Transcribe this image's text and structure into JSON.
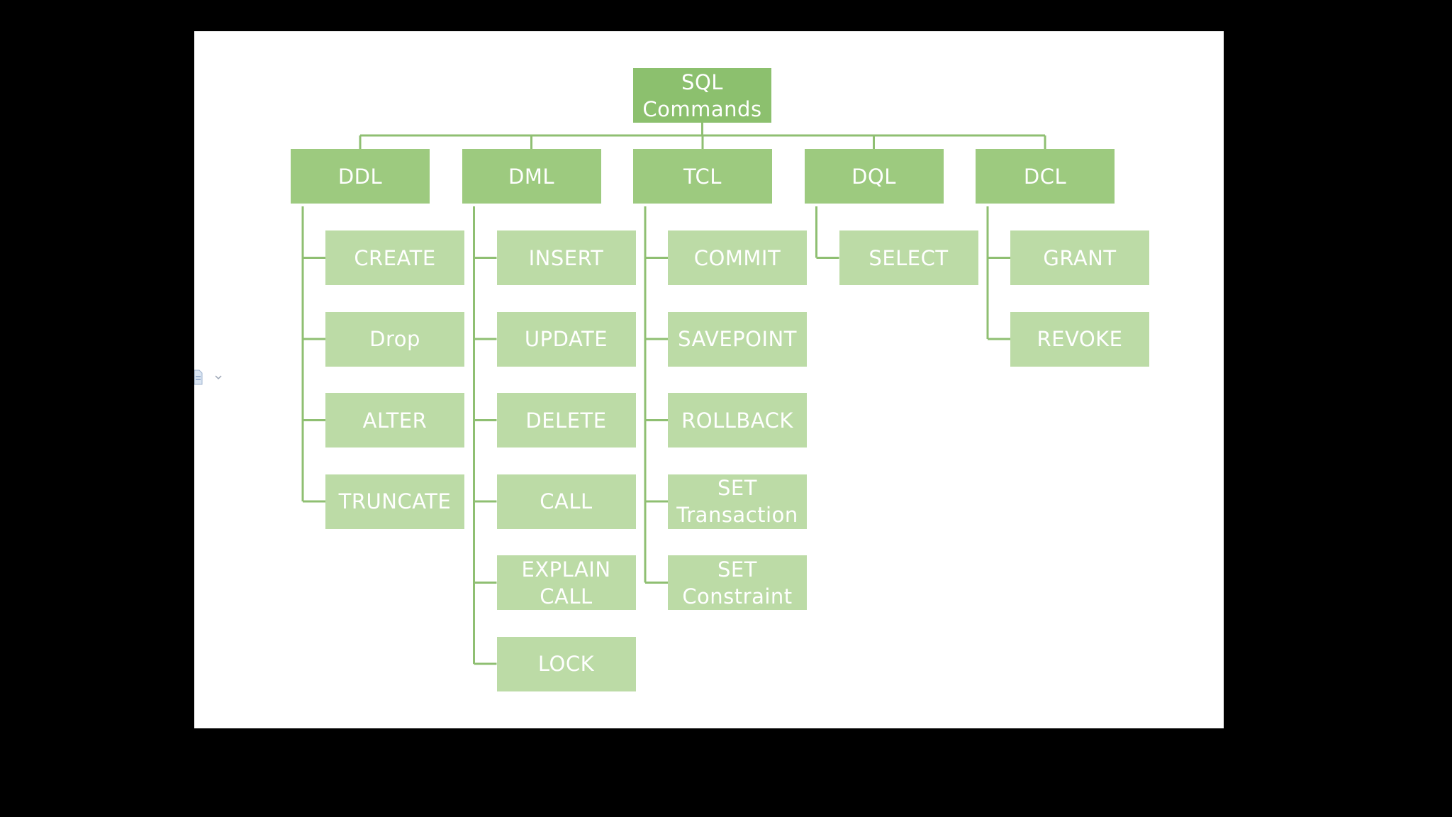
{
  "diagram": {
    "root": {
      "label": "SQL\nCommands"
    },
    "categories": [
      {
        "label": "DDL",
        "children": [
          "CREATE",
          "Drop",
          "ALTER",
          "TRUNCATE"
        ]
      },
      {
        "label": "DML",
        "children": [
          "INSERT",
          "UPDATE",
          "DELETE",
          "CALL",
          "EXPLAIN\nCALL",
          "LOCK"
        ]
      },
      {
        "label": "TCL",
        "children": [
          "COMMIT",
          "SAVEPOINT",
          "ROLLBACK",
          "SET\nTransaction",
          "SET\nConstraint"
        ]
      },
      {
        "label": "DQL",
        "children": [
          "SELECT"
        ]
      },
      {
        "label": "DCL",
        "children": [
          "GRANT",
          "REVOKE"
        ]
      }
    ]
  },
  "colors": {
    "background": "#000000",
    "slide": "#ffffff",
    "root_fill": "#8cc06e",
    "category_fill": "#9dca7f",
    "command_fill": "#bcdba6",
    "connector": "#8fbf72",
    "text": "#ffffff"
  },
  "icons": {
    "doc_glyph": "document-icon",
    "doc_caret": "chevron-down-icon"
  }
}
